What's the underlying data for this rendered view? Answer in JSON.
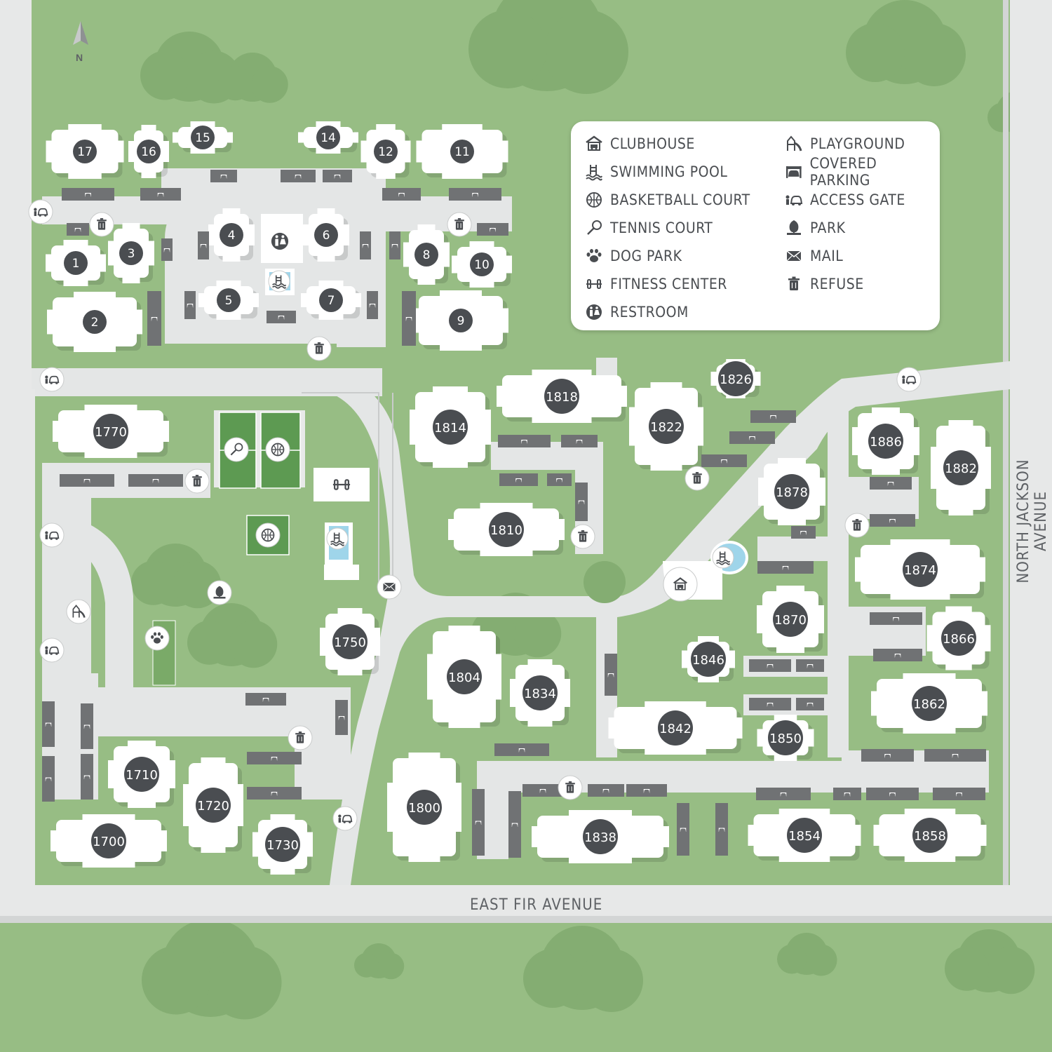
{
  "map": {
    "title": "",
    "north_label": "N",
    "streets": {
      "south": "EAST FIR AVENUE",
      "east": "NORTH JACKSON AVENUE"
    },
    "colors": {
      "grass": "#97bd84",
      "road": "#e4e6e6",
      "building": "#ffffff",
      "parking": "#707274",
      "label_badge": "#4a4d51",
      "tree": "#84ad72"
    }
  },
  "legend": {
    "left_column": [
      {
        "icon": "clubhouse-icon",
        "label": "CLUBHOUSE"
      },
      {
        "icon": "swimming-pool-icon",
        "label": "SWIMMING POOL"
      },
      {
        "icon": "basketball-court-icon",
        "label": "BASKETBALL COURT"
      },
      {
        "icon": "tennis-court-icon",
        "label": "TENNIS COURT"
      },
      {
        "icon": "dog-park-icon",
        "label": "DOG PARK"
      },
      {
        "icon": "fitness-center-icon",
        "label": "FITNESS CENTER"
      },
      {
        "icon": "restroom-icon",
        "label": "RESTROOM"
      }
    ],
    "right_column": [
      {
        "icon": "playground-icon",
        "label": "PLAYGROUND"
      },
      {
        "icon": "covered-parking-icon",
        "label": "COVERED PARKING"
      },
      {
        "icon": "access-gate-icon",
        "label": "ACCESS GATE"
      },
      {
        "icon": "park-icon",
        "label": "PARK"
      },
      {
        "icon": "mail-icon",
        "label": "MAIL"
      },
      {
        "icon": "refuse-icon",
        "label": "REFUSE"
      }
    ]
  },
  "buildings": [
    "17",
    "16",
    "15",
    "14",
    "12",
    "11",
    "1",
    "2",
    "3",
    "4",
    "5",
    "6",
    "7",
    "8",
    "9",
    "10",
    "1770",
    "1750",
    "1710",
    "1700",
    "1720",
    "1730",
    "1814",
    "1818",
    "1810",
    "1822",
    "1826",
    "1804",
    "1834",
    "1800",
    "1838",
    "1842",
    "1846",
    "1850",
    "1870",
    "1878",
    "1886",
    "1882",
    "1874",
    "1866",
    "1862",
    "1854",
    "1858"
  ]
}
